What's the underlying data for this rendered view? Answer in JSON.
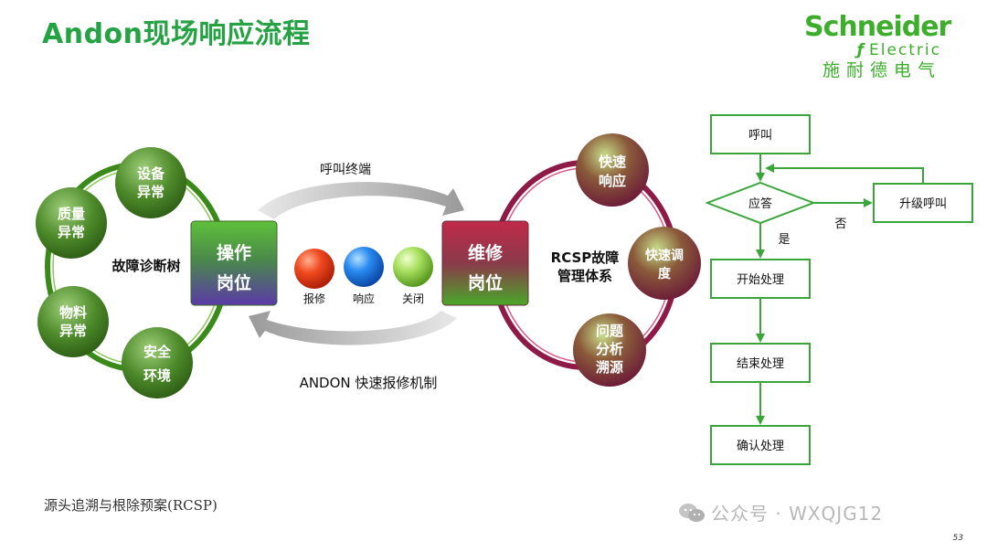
{
  "title": "Andon现场响应流程",
  "brand": {
    "name": "Schneider",
    "sub": "Electric",
    "chinese": "施耐德电气"
  },
  "left_cycle": {
    "center_label": "故障诊断树",
    "nodes": [
      "设备异常",
      "质量异常",
      "物料异常",
      "安全环境"
    ],
    "hub_lines": [
      "操作",
      "岗位"
    ]
  },
  "middle": {
    "top_label": "呼叫终端",
    "bottom_label": "ANDON 快速报修机制",
    "lights": [
      {
        "label": "报修",
        "color": "#e23a1a"
      },
      {
        "label": "响应",
        "color": "#1e7fe0"
      },
      {
        "label": "关闭",
        "color": "#9ad646"
      }
    ]
  },
  "right_cycle": {
    "center_lines": [
      "RCSP故障",
      "管理体系"
    ],
    "nodes": [
      "快速响应",
      "快速调度",
      "问题分析溯源"
    ],
    "hub_lines": [
      "维修",
      "岗位"
    ]
  },
  "flowchart": {
    "call": "呼叫",
    "decision": "应答",
    "escalate": "升级呼叫",
    "no_label": "否",
    "yes_label": "是",
    "start": "开始处理",
    "end": "结束处理",
    "confirm": "确认处理"
  },
  "footnote": "源头追溯与根除预案(RCSP)",
  "watermark": "公众号 · WXQJG12",
  "page_number": "53",
  "colors": {
    "green": "#25a244",
    "left_ring": "#3a8a1a",
    "right_ring": "#8e1a47",
    "flow_green": "#3aa63a"
  }
}
